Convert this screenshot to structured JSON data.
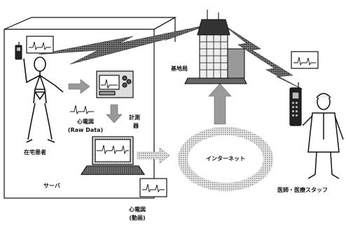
{
  "labels": {
    "home_patient": "在宅患者",
    "server": "サーバ",
    "ecg_raw_line1": "心電図",
    "ecg_raw_line2": "(Raw Data)",
    "meter_line1": "計測",
    "meter_line2": "器",
    "base_station": "基地局",
    "internet": "インターネット",
    "staff": "医師・医療スタッフ",
    "ecg_video_line1": "心電図",
    "ecg_video_line2": "(動画)"
  },
  "colors": {
    "line": "#111111",
    "arrow_fill": "#9a9a9a",
    "light_shade": "#d0d0d0",
    "dark_shade": "#555555"
  }
}
